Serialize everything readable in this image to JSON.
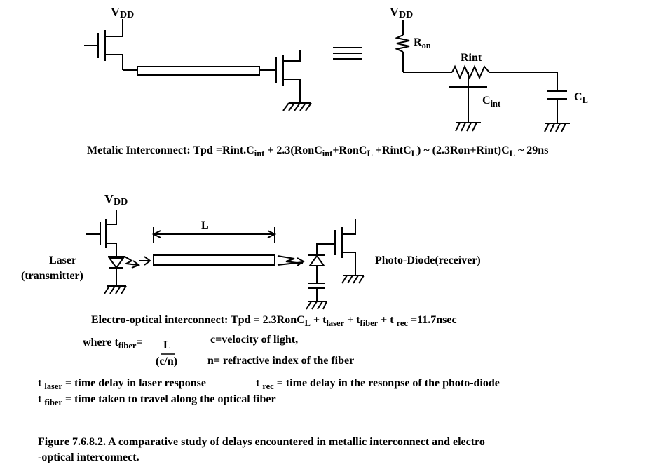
{
  "metallic": {
    "vdd_left": {
      "main": "V",
      "sub": "DD"
    },
    "vdd_right": {
      "main": "V",
      "sub": "DD"
    },
    "ron": {
      "main": "R",
      "sub": "on"
    },
    "rint": "Rint",
    "cint": {
      "main": "C",
      "sub": "int"
    },
    "cl": {
      "main": "C",
      "sub": "L"
    },
    "equation": [
      {
        "t": "Metalic Interconnect: Tpd =Rint.C"
      },
      {
        "s": "int"
      },
      {
        "t": " + 2.3(RonC"
      },
      {
        "s": "int"
      },
      {
        "t": "+RonC"
      },
      {
        "s": "L"
      },
      {
        "t": " +RintC"
      },
      {
        "s": "L"
      },
      {
        "t": ") ~ (2.3Ron+Rint)C"
      },
      {
        "s": "L"
      },
      {
        "t": " ~ 29ns"
      }
    ]
  },
  "optical": {
    "vdd": {
      "main": "V",
      "sub": "DD"
    },
    "length_label": "L",
    "laser_line1": "Laser",
    "laser_line2": "(transmitter)",
    "photodiode": "Photo-Diode(receiver)",
    "equation": [
      {
        "t": "Electro-optical interconnect:   Tpd = 2.3RonC"
      },
      {
        "s": "L"
      },
      {
        "t": " + t"
      },
      {
        "s": "laser"
      },
      {
        "t": "  + t"
      },
      {
        "s": "fiber"
      },
      {
        "t": " + t "
      },
      {
        "s": "rec"
      },
      {
        "t": " =11.7nsec"
      }
    ],
    "where_prefix": "where t",
    "where_sub": "fiber",
    "where_eq": "=",
    "frac_num": "L",
    "frac_den": "(c/n)",
    "c_def": "c=velocity of light,",
    "n_def": "n= refractive index of the fiber"
  },
  "definitions": {
    "laser": {
      "pre": "t ",
      "sub": "laser",
      "text": " = time delay in laser response"
    },
    "rec": {
      "pre": "t ",
      "sub": "rec",
      "text": "  = time delay in the resonpse of the photo-diode"
    },
    "fiber": {
      "pre": "t ",
      "sub": "fiber",
      "text": " = time taken to travel along the optical fiber"
    }
  },
  "caption_line1": "Figure 7.6.8.2. A comparative study of delays encountered in metallic interconnect and electro",
  "caption_line2": "-optical interconnect."
}
